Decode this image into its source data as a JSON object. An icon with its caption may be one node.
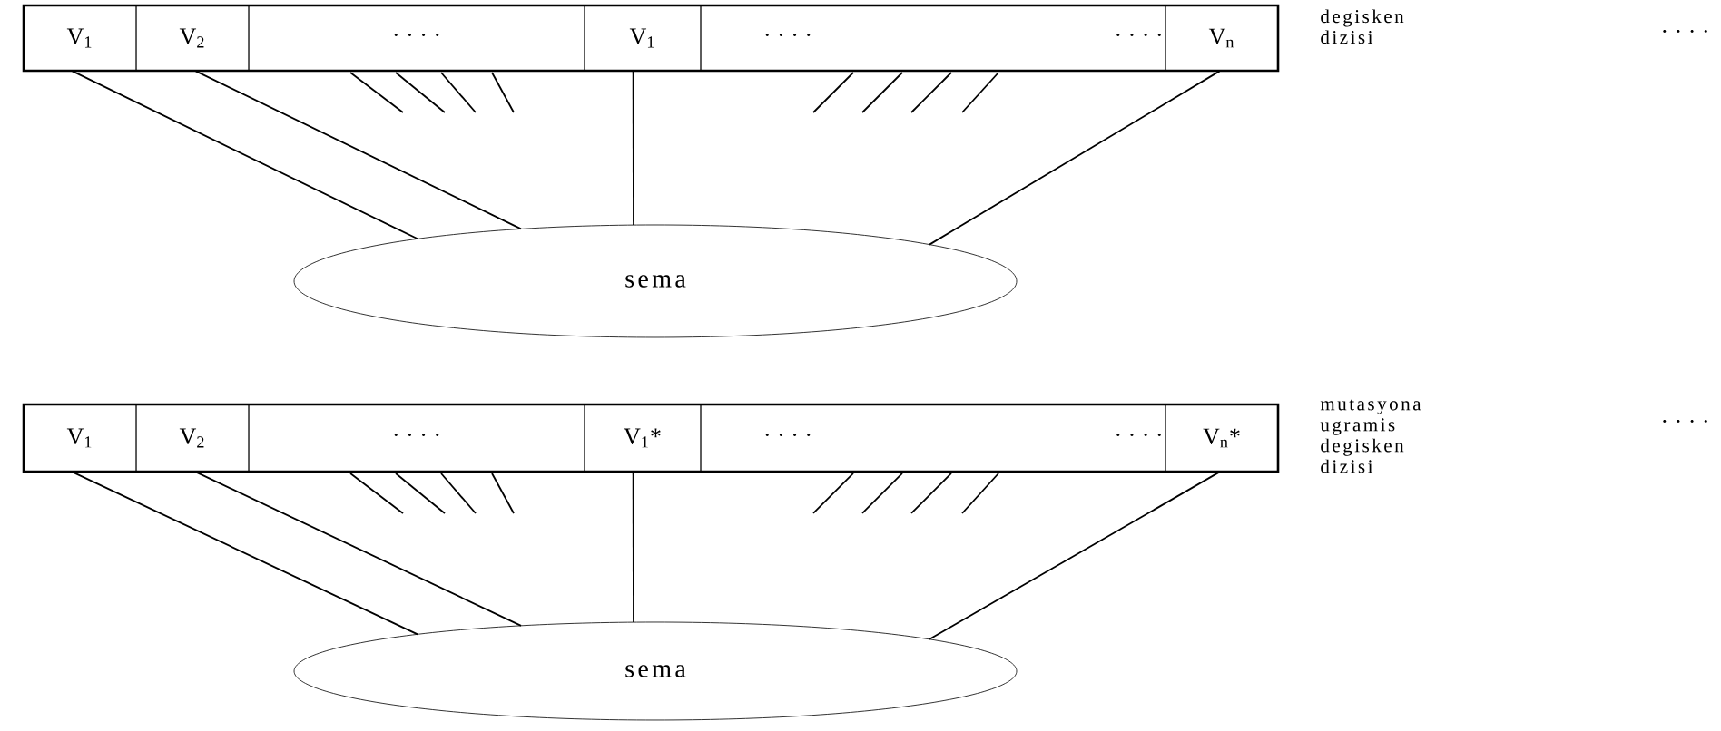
{
  "diagram": {
    "nodes": [
      {
        "text": [],
        "shape": "box",
        "beside": [
          "degisken dizisi"
        ]
      },
      {
        "text": [
          "V$_{1}$"
        ],
        "in": 0
      },
      {
        "text": [
          "V$_{2}$"
        ],
        "in": 0
      },
      {
        "text": [
          "· · · ·"
        ],
        "in": 0
      },
      {
        "text": [
          "V$_{1}$"
        ],
        "in": 0
      },
      {
        "text": [
          "· · · ·",
          "· · · ·"
        ],
        "in": 0
      },
      {
        "text": [
          "V$_{n}$"
        ],
        "in": 0
      },
      {
        "text": [
          "sema"
        ]
      },
      {
        "text": [],
        "shape": "box",
        "beside": [
          "mutasyona ugramis degisken dizisi"
        ]
      },
      {
        "text": [
          "V$_{1}$"
        ],
        "in": 8
      },
      {
        "text": [
          "V$_{2}$"
        ],
        "in": 8
      },
      {
        "text": [
          "· · · ·"
        ],
        "in": 8
      },
      {
        "text": [
          "V$_{1}$*"
        ],
        "in": 8
      },
      {
        "text": [
          "· · · ·",
          "· · · ·"
        ],
        "in": 8
      },
      {
        "text": [
          "V$_{n}$*"
        ],
        "in": 8
      },
      {
        "text": [
          "sema"
        ]
      }
    ],
    "edges": [
      {
        "from": 1,
        "to": 7,
        "arrow": "none"
      },
      {
        "from": 2,
        "to": 7,
        "arrow": "none"
      },
      {
        "from": 4,
        "to": 7,
        "arrow": "none"
      },
      {
        "from": 6,
        "to": 7,
        "arrow": "none"
      },
      {
        "from": 9,
        "to": 15,
        "arrow": "none"
      },
      {
        "from": 10,
        "to": 15,
        "arrow": "none"
      },
      {
        "from": 12,
        "to": 15,
        "arrow": "none"
      },
      {
        "from": 14,
        "to": 15,
        "arrow": "none"
      }
    ],
    "labels": [
      "· · · ·",
      "· · · ·"
    ]
  }
}
